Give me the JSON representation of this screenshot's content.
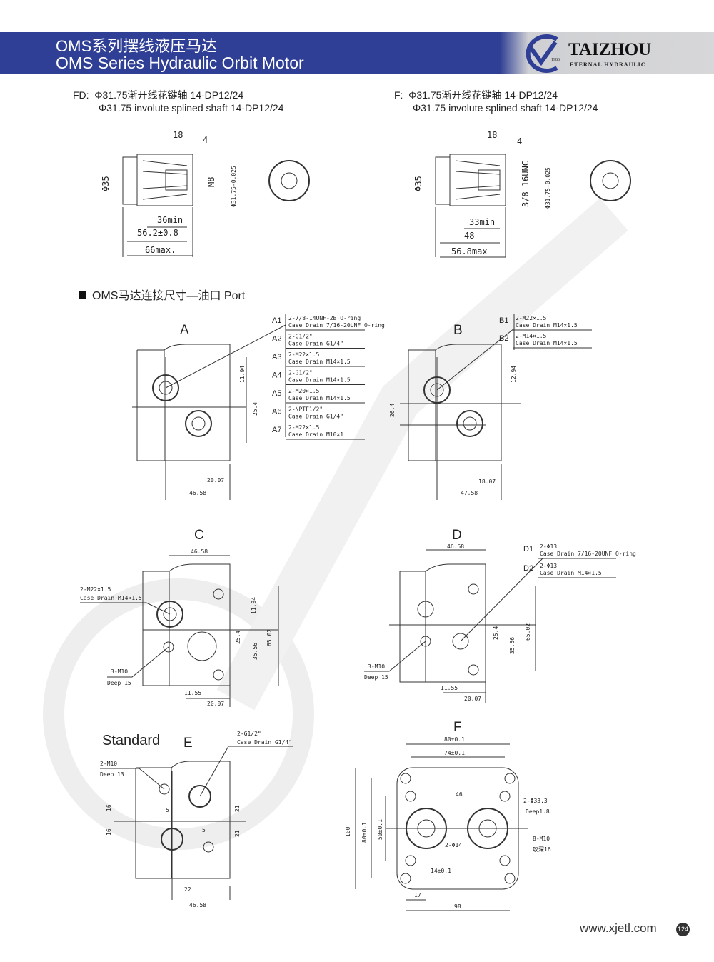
{
  "header": {
    "title_cn": "OMS系列摆线液压马达",
    "title_en": "OMS Series Hydraulic Orbit Motor",
    "brand": "TAIZHOU",
    "brand_sub": "ETERNAL HYDRAULIC",
    "brand_year": "1986",
    "colors": {
      "band": "#2f3f95",
      "gray": "#d7d7d9"
    }
  },
  "shafts": [
    {
      "code": "FD:",
      "line_cn": "Φ31.75渐开线花键轴 14-DP12/24",
      "line_en": "Φ31.75 involute splined shaft 14-DP12/24",
      "dims": [
        "18",
        "4",
        "Φ35",
        "M8",
        "Φ31.75-0.025",
        "36min",
        "56.2±0.8",
        "66max."
      ]
    },
    {
      "code": "F:",
      "line_cn": "Φ31.75渐开线花键轴 14-DP12/24",
      "line_en": "Φ31.75 involute splined shaft 14-DP12/24",
      "dims": [
        "18",
        "4",
        "Φ35",
        "3/8-16UNC",
        "Φ31.75-0.025",
        "33min",
        "48",
        "56.8max"
      ]
    }
  ],
  "section_title": "OMS马达连接尺寸—油口  Port",
  "ports": {
    "A": {
      "label": "A",
      "dims": [
        "11.94",
        "25.4",
        "20.07",
        "46.58"
      ],
      "table": [
        [
          "A1",
          "2-7/8-14UNF-2B O-ring",
          "Case Drain 7/16-20UNF O-ring"
        ],
        [
          "A2",
          "2-G1/2\"",
          "Case Drain G1/4\""
        ],
        [
          "A3",
          "2-M22×1.5",
          "Case Drain M14×1.5"
        ],
        [
          "A4",
          "2-G1/2\"",
          "Case Drain M14×1.5"
        ],
        [
          "A5",
          "2-M20×1.5",
          "Case Drain M14×1.5"
        ],
        [
          "A6",
          "2-NPTF1/2\"",
          "Case Drain G1/4\""
        ],
        [
          "A7",
          "2-M22×1.5",
          "Case Drain M10×1"
        ]
      ]
    },
    "B": {
      "label": "B",
      "dims": [
        "12.94",
        "26.4",
        "18.07",
        "47.58"
      ],
      "table": [
        [
          "B1",
          "2-M22×1.5",
          "Case Drain M14×1.5"
        ],
        [
          "B2",
          "2-M14×1.5",
          "Case Drain M14×1.5"
        ]
      ]
    },
    "C": {
      "label": "C",
      "dims": [
        "46.58",
        "11.94",
        "25.4",
        "35.56",
        "65.02",
        "11.55",
        "20.07"
      ],
      "note1": "2-M22×1.5",
      "note2": "Case Drain M14×1.5",
      "note3": "3-M10",
      "note4": "Deep 15"
    },
    "D": {
      "label": "D",
      "dims": [
        "46.58",
        "25.4",
        "35.56",
        "65.02",
        "11.55",
        "20.07"
      ],
      "note3": "3-M10",
      "note4": "Deep 15",
      "table": [
        [
          "D1",
          "2-Φ13",
          "Case Drain 7/16-20UNF O-ring"
        ],
        [
          "D2",
          "2-Φ13",
          "Case Drain M14×1.5"
        ]
      ]
    },
    "E": {
      "prefix": "Standard",
      "label": "E",
      "dims": [
        "16",
        "16",
        "5",
        "5",
        "21",
        "21",
        "22",
        "46.58"
      ],
      "note1": "2-G1/2\"",
      "note2": "Case Drain G1/4\"",
      "note3": "2-M10",
      "note4": "Deep 13"
    },
    "F": {
      "label": "F",
      "dims": [
        "80±0.1",
        "74±0.1",
        "46",
        "100",
        "80±0.1",
        "50±0.1",
        "14±0.1",
        "17",
        "98"
      ],
      "note1": "2-Φ33.3",
      "note2": "Deep1.8",
      "note3": "2-Φ14",
      "note4": "8-M10",
      "note5": "攻深16"
    }
  },
  "footer": {
    "url": "www.xjetl.com",
    "page": "124"
  }
}
